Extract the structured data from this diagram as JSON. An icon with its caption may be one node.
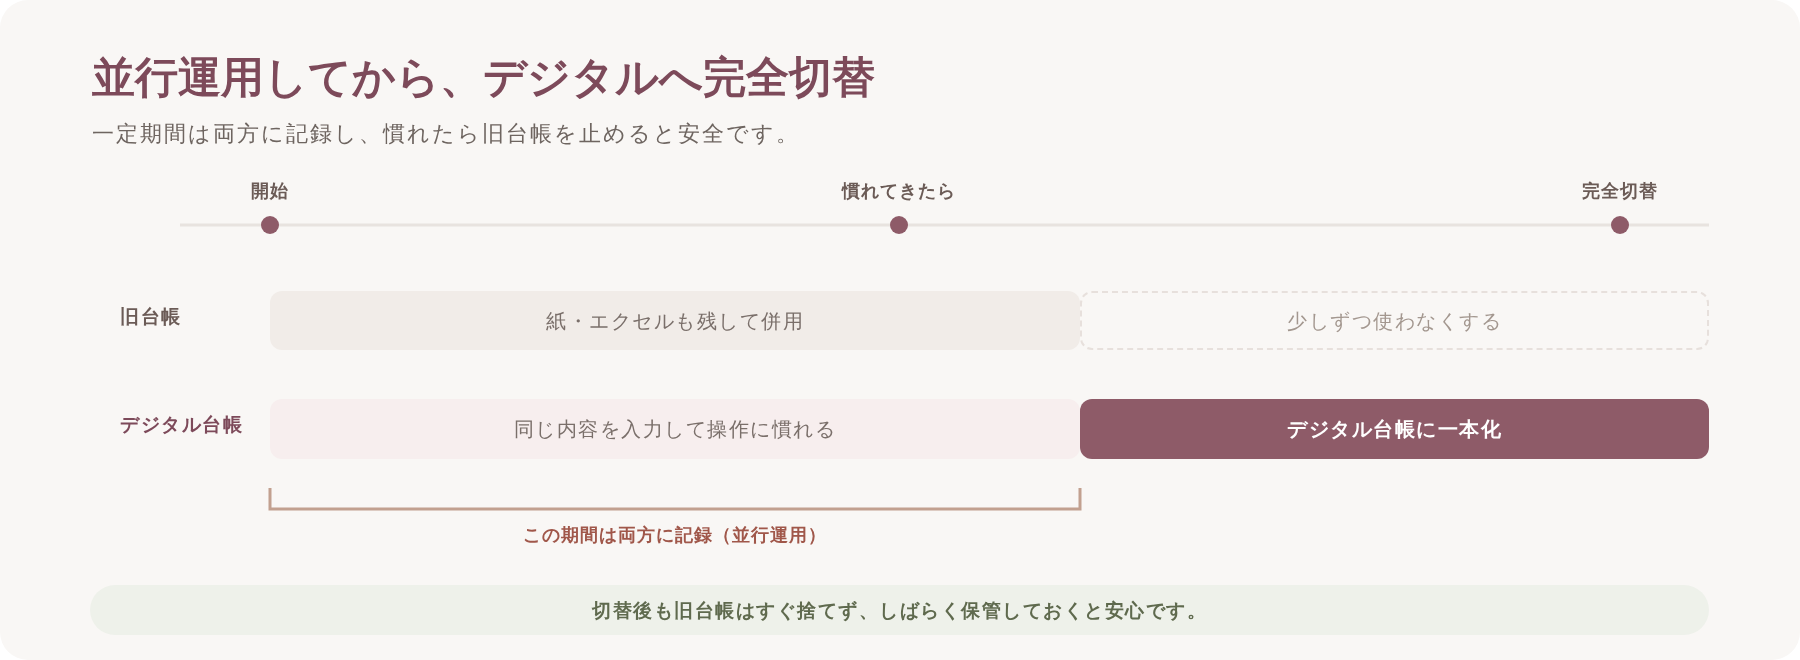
{
  "diagram": {
    "title": "並行運用してから、デジタルへ完全切替",
    "nodes": [
      {
        "text": [
          "紙・エクセルも残して併用"
        ]
      },
      {
        "text": [
          "少しずつ使わなくする"
        ]
      },
      {
        "text": [
          "同じ内容を入力して操作に慣れる"
        ]
      },
      {
        "text": [
          "デジタル台帳に一本化"
        ]
      },
      {
        "text": [
          "切替後も旧台帳はすぐ捨てず、しばらく保管しておくと安心です。"
        ]
      }
    ],
    "labels": [
      "一定期間は両方に記録し、慣れたら旧台帳を止めると安全です。",
      "開始",
      "慣れてきたら",
      "完全切替",
      "旧台帳",
      "デジタル台帳",
      "この期間は両方に記録（並行運用）"
    ]
  }
}
